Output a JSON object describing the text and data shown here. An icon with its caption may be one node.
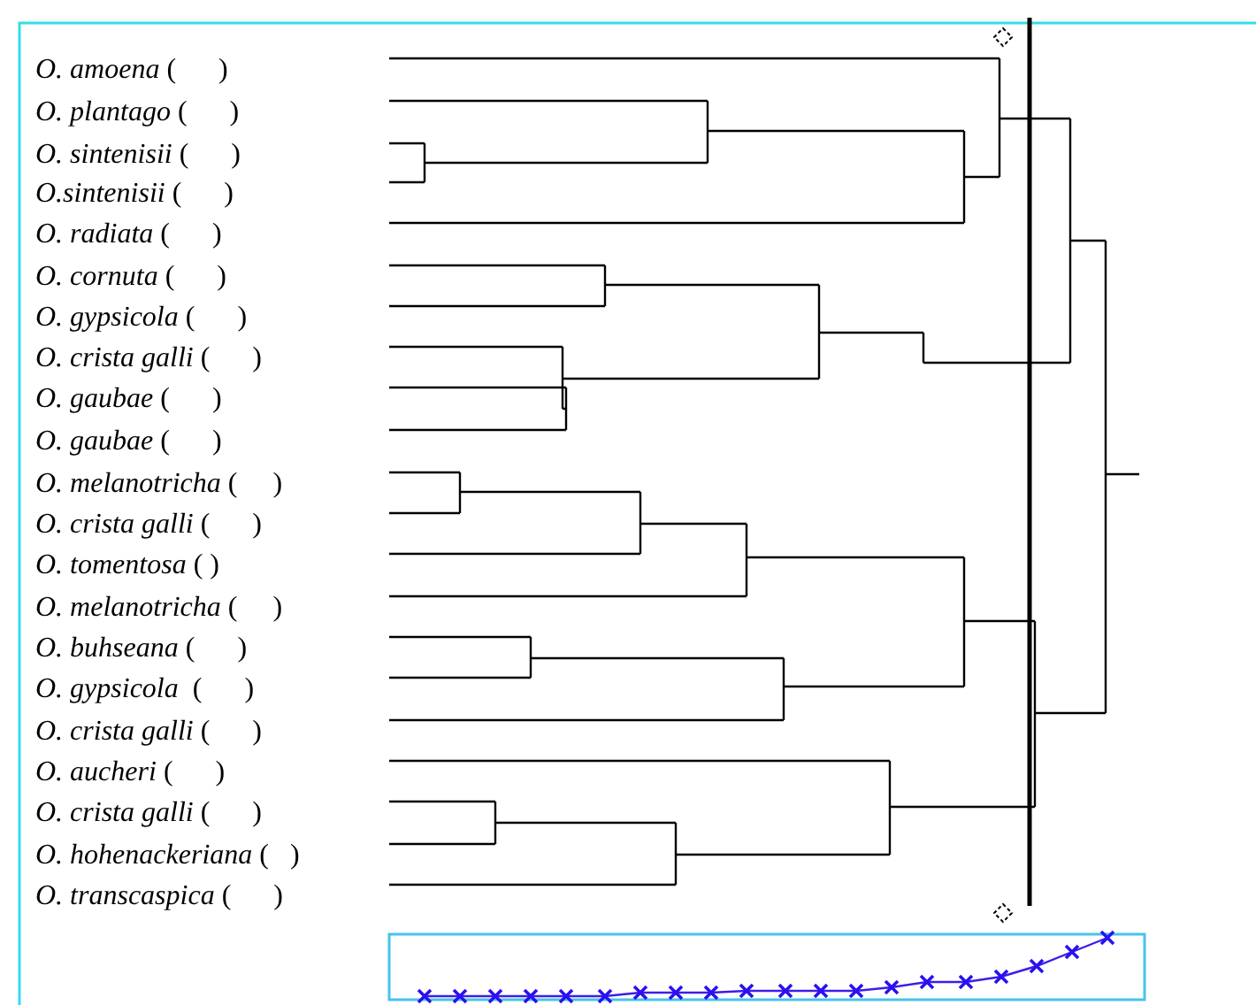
{
  "diagram": {
    "labels": [
      "*O. amoena* (      )",
      "*O. plantago* (      )",
      "*O. sintenisii* (      )",
      "*O.sintenisii* (      )",
      "*O. radiata* (      )",
      "*O. cornuta* (      )",
      "*O. gypsicola* (      )",
      "*O. crista galli* (      )",
      "*O. gaubae* (      )",
      "*O. gaubae* (      )",
      "*O. melanotricha* (     )",
      "*O. crista galli* (      )",
      "*O. tomentosa* ( )",
      "*O. melanotricha* (     )",
      "*O. buhseana* (      )",
      "*O. gypsicola*  (      )",
      "*O. crista galli* (      )",
      "*O. aucheri* (      )",
      "*O. crista galli* (      )",
      "*O. hohenackeriana* (   )",
      "*O. transcaspica* (      )"
    ]
  }
}
